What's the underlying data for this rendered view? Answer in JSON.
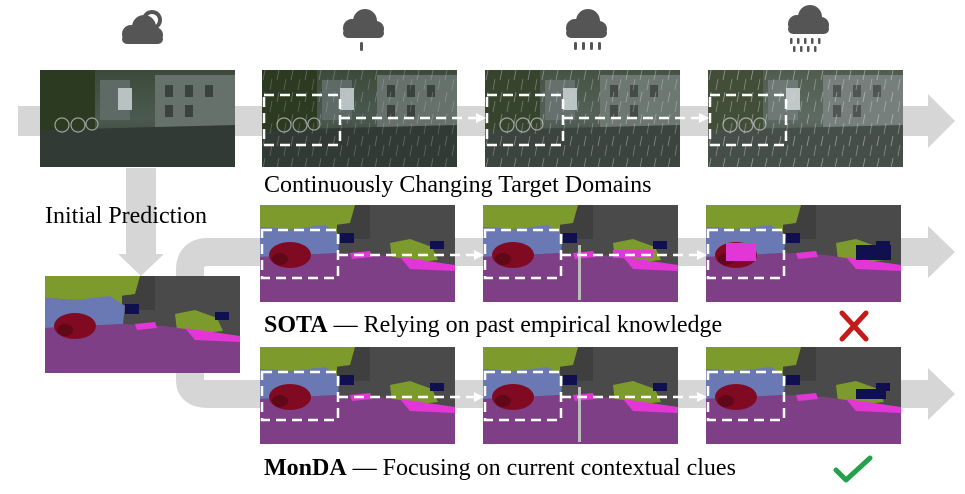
{
  "weather_icons": [
    "cloud-sun-icon",
    "cloud-light-rain-icon",
    "cloud-medium-rain-icon",
    "cloud-heavy-rain-icon"
  ],
  "labels": {
    "domains": "Continuously Changing Target Domains",
    "initial": "Initial Prediction",
    "sota_name": "SOTA",
    "sota_desc": " — Relying on past empirical knowledge",
    "monda_name": "MonDA",
    "monda_desc": " — Focusing on current contextual clues"
  },
  "colors": {
    "flow_arrow": "#d6d6d6",
    "cross": "#c41a1a",
    "check": "#23a14c",
    "road": "#7f3f86",
    "sidewalk": "#e336d6",
    "vegetation": "#7d9b2c",
    "building": "#4a4a4a",
    "sky": "#6a78b4",
    "car": "#800a22"
  }
}
